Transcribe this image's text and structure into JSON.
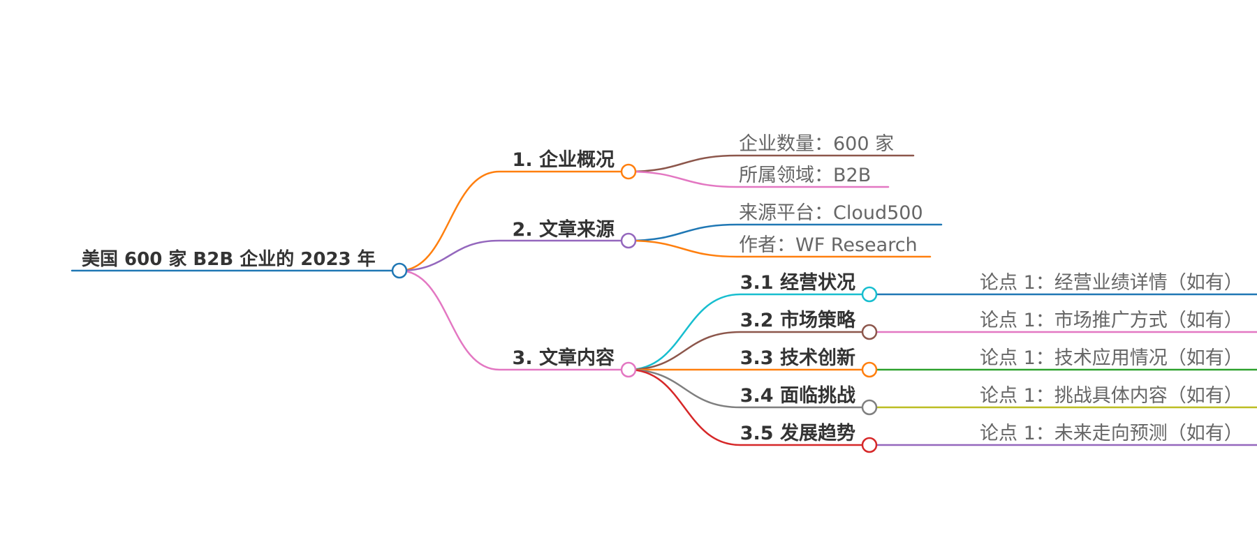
{
  "mindmap": {
    "root": {
      "label": "美国 600 家 B2B 企业的 2023 年",
      "color": "#1f77b4"
    },
    "branches": [
      {
        "label": "1. 企业概况",
        "color": "#ff7f0e",
        "children": [
          {
            "label": "企业数量：600 家",
            "color": "#8c564b"
          },
          {
            "label": "所属领域：B2B",
            "color": "#e377c2"
          }
        ]
      },
      {
        "label": "2. 文章来源",
        "color": "#9467bd",
        "children": [
          {
            "label": "来源平台：Cloud500",
            "color": "#1f77b4"
          },
          {
            "label": "作者：WF Research",
            "color": "#ff7f0e"
          }
        ]
      },
      {
        "label": "3. 文章内容",
        "color": "#e377c2",
        "children": [
          {
            "label": "3.1 经营状况",
            "color": "#17becf",
            "point": "论点 1：经营业绩详情（如有）",
            "point_color": "#1f77b4"
          },
          {
            "label": "3.2 市场策略",
            "color": "#8c564b",
            "point": "论点 1：市场推广方式（如有）",
            "point_color": "#e377c2"
          },
          {
            "label": "3.3 技术创新",
            "color": "#ff7f0e",
            "point": "论点 1：技术应用情况（如有）",
            "point_color": "#2ca02c"
          },
          {
            "label": "3.4 面临挑战",
            "color": "#7f7f7f",
            "point": "论点 1：挑战具体内容（如有）",
            "point_color": "#bcbd22"
          },
          {
            "label": "3.5 发展趋势",
            "color": "#d62728",
            "point": "论点 1：未来走向预测（如有）",
            "point_color": "#9467bd"
          }
        ]
      }
    ]
  }
}
